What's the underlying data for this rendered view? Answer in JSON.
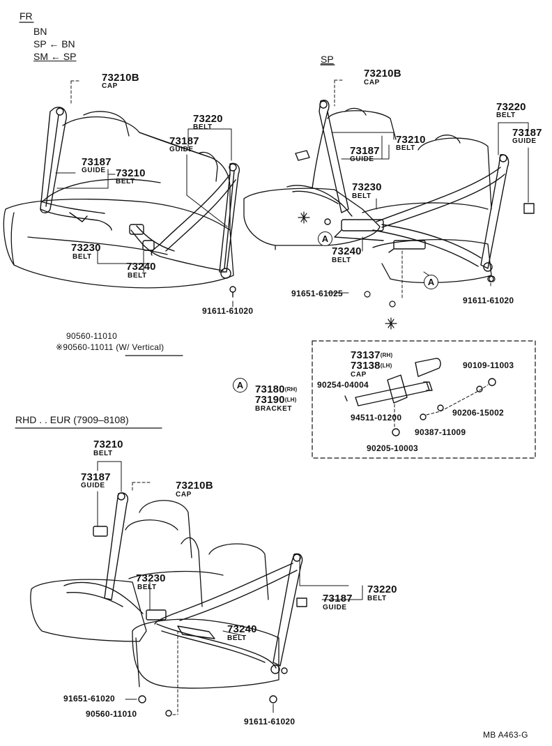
{
  "legend": {
    "title": "FR",
    "line1": "BN",
    "line2": "SP ← BN",
    "line3": "SM ← SP"
  },
  "sp_header": "SP",
  "rhd_header": "RHD . . EUR (7909–8108)",
  "footer_code": "MB  A463-G",
  "callout_letter": "A",
  "fr_section": {
    "cap_part": "73210B",
    "cap_label": "CAP",
    "belt_upper_part": "73220",
    "belt_upper_label": "BELT",
    "guide_right_part": "73187",
    "guide_right_label": "GUIDE",
    "guide_left_part": "73187",
    "guide_left_label": "GUIDE",
    "belt_left_part": "73210",
    "belt_left_label": "BELT",
    "belt_buckle_part": "73230",
    "belt_buckle_label": "BELT",
    "belt_center_part": "73240",
    "belt_center_label": "BELT",
    "bolt_part": "91611-61020"
  },
  "sp_section": {
    "cap_part": "73210B",
    "cap_label": "CAP",
    "belt_right_part": "73220",
    "belt_right_label": "BELT",
    "guide_right_part": "73187",
    "guide_right_label": "GUIDE",
    "belt_left_part": "73210",
    "belt_left_label": "BELT",
    "guide_left_part": "73187",
    "guide_left_label": "GUIDE",
    "belt_buckle_part": "73230",
    "belt_buckle_label": "BELT",
    "belt_center_part": "73240",
    "belt_center_label": "BELT",
    "bolt_left_part": "91651-61025",
    "bolt_right_part": "91611-61020"
  },
  "notes": {
    "line1": "90560-11010",
    "line2": "※90560-11011 (W/ Vertical)"
  },
  "bracket_detail": {
    "cap_rh_part": "73137",
    "cap_rh_suffix": "(RH)",
    "cap_lh_part": "73138",
    "cap_lh_suffix": "(LH)",
    "cap_label": "CAP",
    "bolt_part": "90109-11003",
    "bracket_rh_part": "73180",
    "bracket_rh_suffix": "(RH)",
    "bracket_lh_part": "73190",
    "bracket_lh_suffix": "(LH)",
    "bracket_label": "BRACKET",
    "pin_part": "90254-04004",
    "washer_part": "90206-15002",
    "nut_part": "94511-01200",
    "spacer_part": "90387-11009",
    "lower_part": "90205-10003"
  },
  "rhd_section": {
    "belt_left_part": "73210",
    "belt_left_label": "BELT",
    "guide_left_part": "73187",
    "guide_left_label": "GUIDE",
    "cap_part": "73210B",
    "cap_label": "CAP",
    "belt_buckle_part": "73230",
    "belt_buckle_label": "BELT",
    "belt_right_part": "73220",
    "belt_right_label": "BELT",
    "guide_right_part": "73187",
    "guide_right_label": "GUIDE",
    "belt_center_part": "73240",
    "belt_center_label": "BELT",
    "bolt_left_part": "91651-61020",
    "note_part": "90560-11010",
    "bolt_right_part": "91611-61020"
  }
}
